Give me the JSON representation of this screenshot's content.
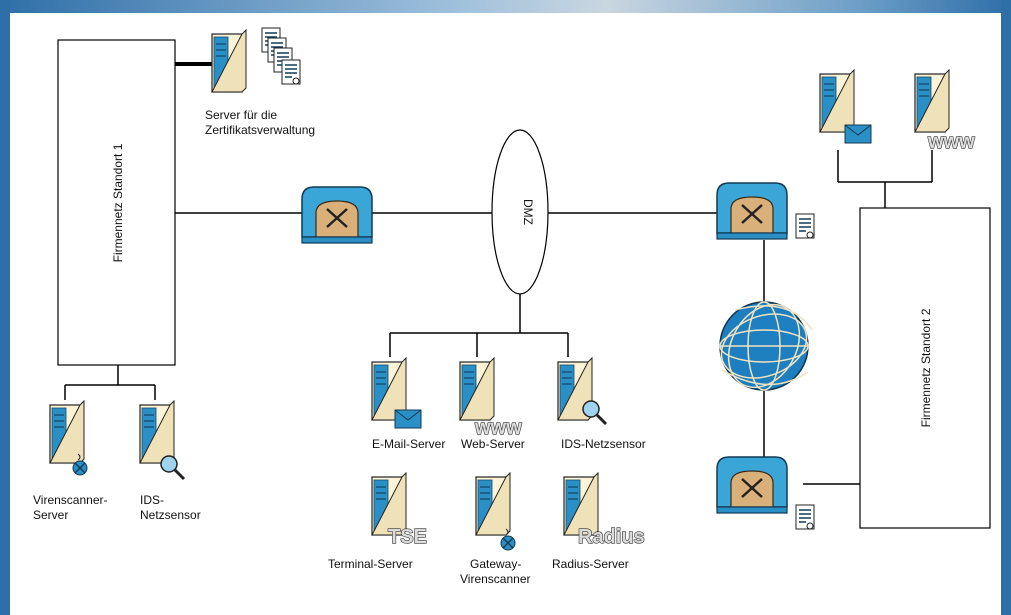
{
  "diagram": {
    "site1": "Firmennetz Standort 1",
    "site2": "Firmennetz Standort 2",
    "dmz": "DMZ",
    "cert_server": [
      "Server für die",
      "Zertifikatsverwaltung"
    ],
    "virus_server": [
      "Virenscanner-",
      "Server"
    ],
    "ids_left": [
      "IDS-",
      "Netzsensor"
    ],
    "email_server": "E-Mail-Server",
    "web_server": "Web-Server",
    "ids_dmz": "IDS-Netzsensor",
    "terminal_server": "Terminal-Server",
    "gateway_virus": [
      "Gateway-",
      "Virenscanner"
    ],
    "radius_server": "Radius-Server",
    "tag_www": "www",
    "tag_tse": "TSE",
    "tag_radius": "Radius"
  },
  "colors": {
    "frame": "#2e6fa8",
    "server_body": "#fdf3d6",
    "server_blue": "#2a8fc4",
    "firewall": "#3aa6d8",
    "firewall_door": "#d9b07a",
    "globe": "#1e7fc0"
  }
}
